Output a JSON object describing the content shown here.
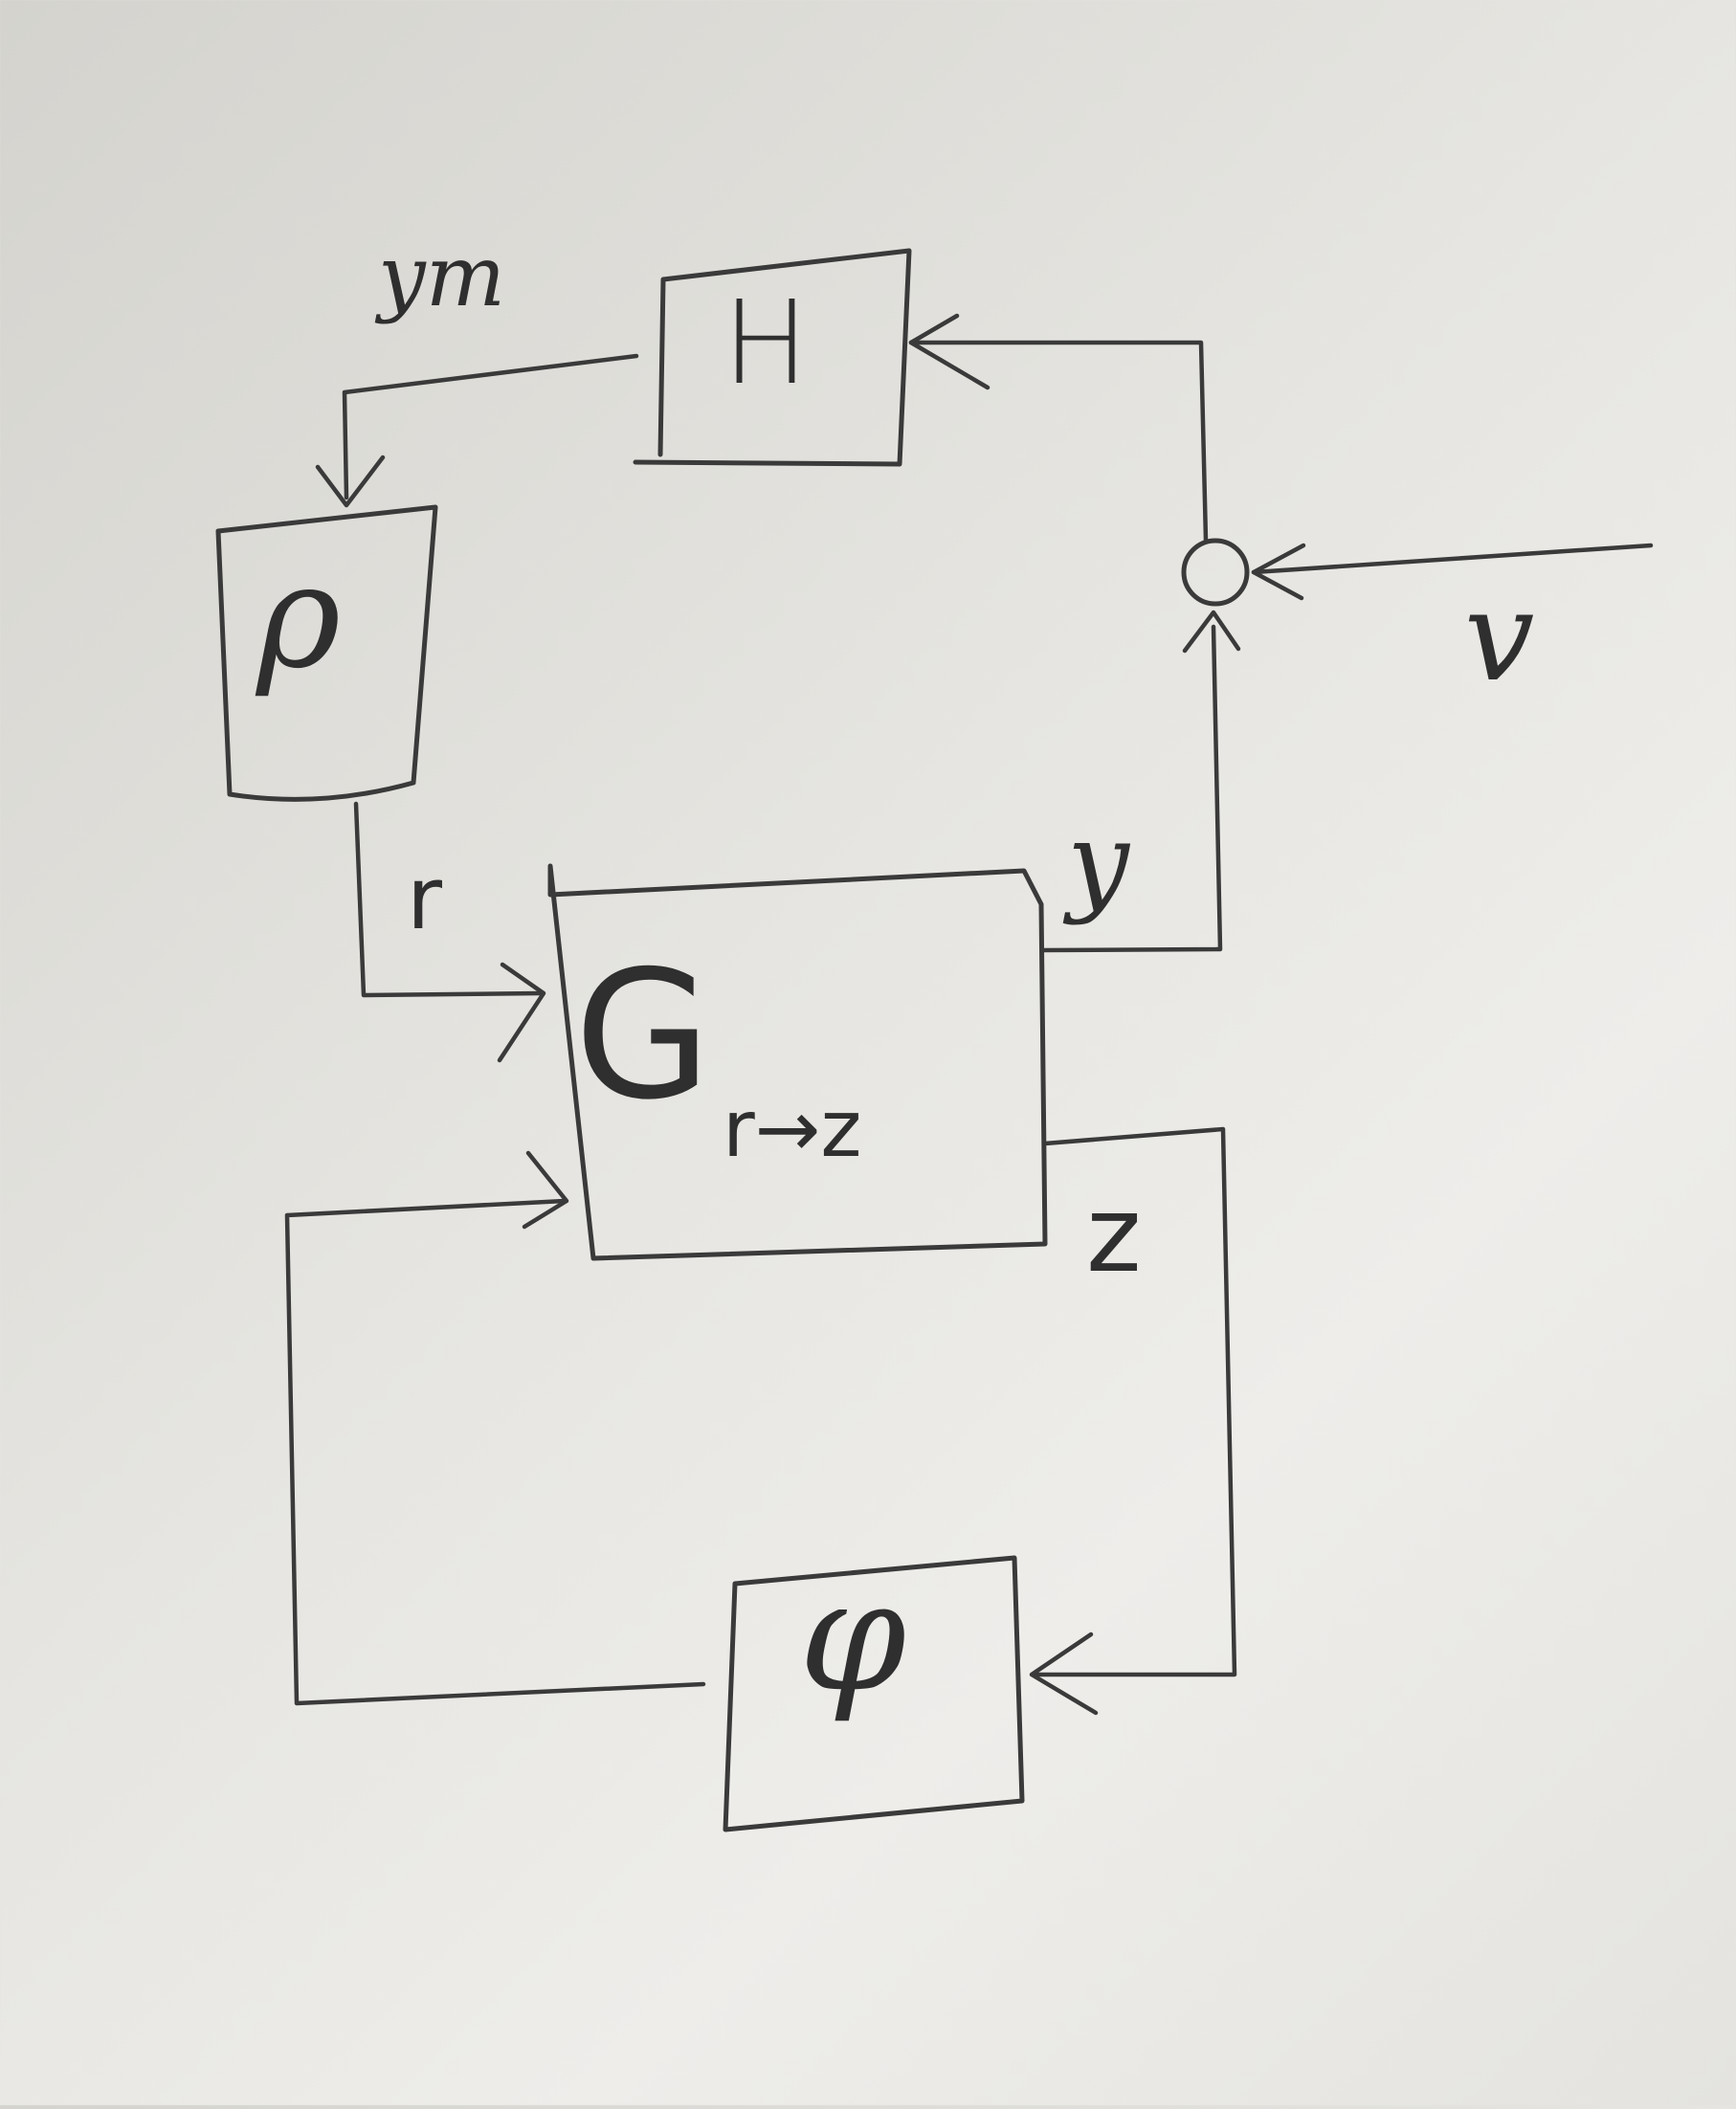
{
  "diagram": {
    "blocks": {
      "H": "H",
      "rho": "ρ",
      "G": "G",
      "G_subscript": "r→z",
      "phi": "φ"
    },
    "signals": {
      "y_m": "ym",
      "r": "r",
      "y": "y",
      "z": "z",
      "v": "v"
    },
    "connections": [
      {
        "from": "G",
        "to": "sum",
        "signal": "y"
      },
      {
        "from": "v",
        "to": "sum",
        "signal": "v"
      },
      {
        "from": "sum",
        "to": "H",
        "signal": ""
      },
      {
        "from": "H",
        "to": "rho",
        "signal": "ym"
      },
      {
        "from": "rho",
        "to": "G",
        "signal": "r"
      },
      {
        "from": "G",
        "to": "phi",
        "signal": "z"
      },
      {
        "from": "phi",
        "to": "G",
        "signal": ""
      }
    ],
    "colors": {
      "ink": "#3a3a3a",
      "paper": "#e6e5e1"
    }
  }
}
